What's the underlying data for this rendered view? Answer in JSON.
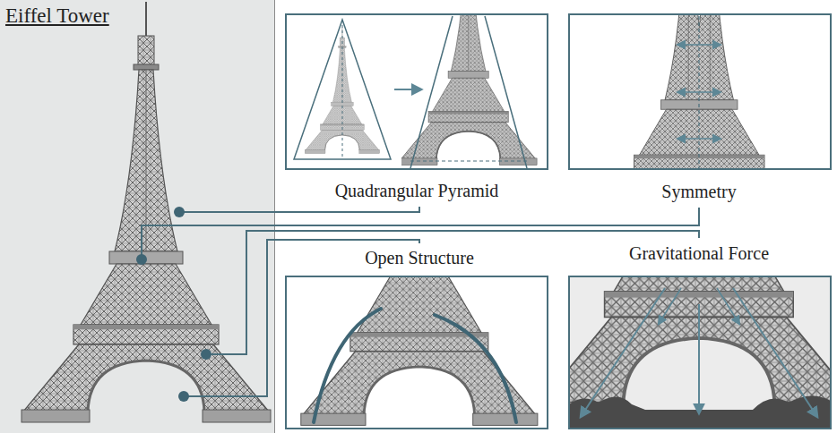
{
  "diagram": {
    "title": "Eiffel Tower",
    "nodes": [
      {
        "text": [
          "Quadrangular Pyramid"
        ]
      },
      {
        "text": [
          "Symmetry"
        ]
      },
      {
        "text": [
          "Open Structure"
        ]
      },
      {
        "text": [
          "Gravitational Force"
        ]
      }
    ]
  }
}
